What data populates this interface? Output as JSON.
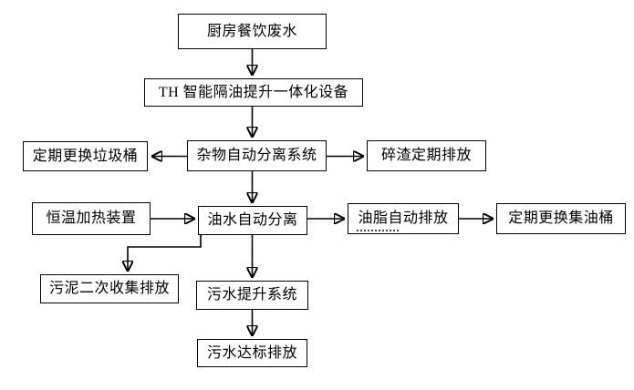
{
  "diagram": {
    "type": "flowchart",
    "background_color": "#ffffff",
    "line_color": "#000000",
    "text_color": "#000000",
    "nodes": {
      "kitchen": {
        "label": "厨房餐饮废水"
      },
      "device": {
        "label": "TH 智能隔油提升一体化设备"
      },
      "debris": {
        "label": "杂物自动分离系统"
      },
      "trash": {
        "label": "定期更换垃圾桶"
      },
      "residue": {
        "label": "碎渣定期排放"
      },
      "heater": {
        "label": "恒温加热装置"
      },
      "oilwater": {
        "label": "油水自动分离"
      },
      "grease": {
        "label": "油脂自动排放"
      },
      "oilbarrel": {
        "label": "定期更换集油桶"
      },
      "sludge": {
        "label": "污泥二次收集排放"
      },
      "lift": {
        "label": "污水提升系统"
      },
      "final": {
        "label": "污水达标排放"
      }
    },
    "edges": [
      {
        "from": "厨房餐饮废水",
        "to": "TH 智能隔油提升一体化设备",
        "direction": "down"
      },
      {
        "from": "TH 智能隔油提升一体化设备",
        "to": "杂物自动分离系统",
        "direction": "down"
      },
      {
        "from": "杂物自动分离系统",
        "to": "定期更换垃圾桶",
        "direction": "left"
      },
      {
        "from": "杂物自动分离系统",
        "to": "碎渣定期排放",
        "direction": "right"
      },
      {
        "from": "杂物自动分离系统",
        "to": "油水自动分离",
        "direction": "down"
      },
      {
        "from": "恒温加热装置",
        "to": "油水自动分离",
        "direction": "right"
      },
      {
        "from": "油水自动分离",
        "to": "油脂自动排放",
        "direction": "right"
      },
      {
        "from": "油脂自动排放",
        "to": "定期更换集油桶",
        "direction": "right"
      },
      {
        "from": "油水自动分离",
        "to": "污泥二次收集排放",
        "direction": "elbow-down-left"
      },
      {
        "from": "油水自动分离",
        "to": "污水提升系统",
        "direction": "down"
      },
      {
        "from": "污水提升系统",
        "to": "污水达标排放",
        "direction": "down"
      }
    ]
  }
}
